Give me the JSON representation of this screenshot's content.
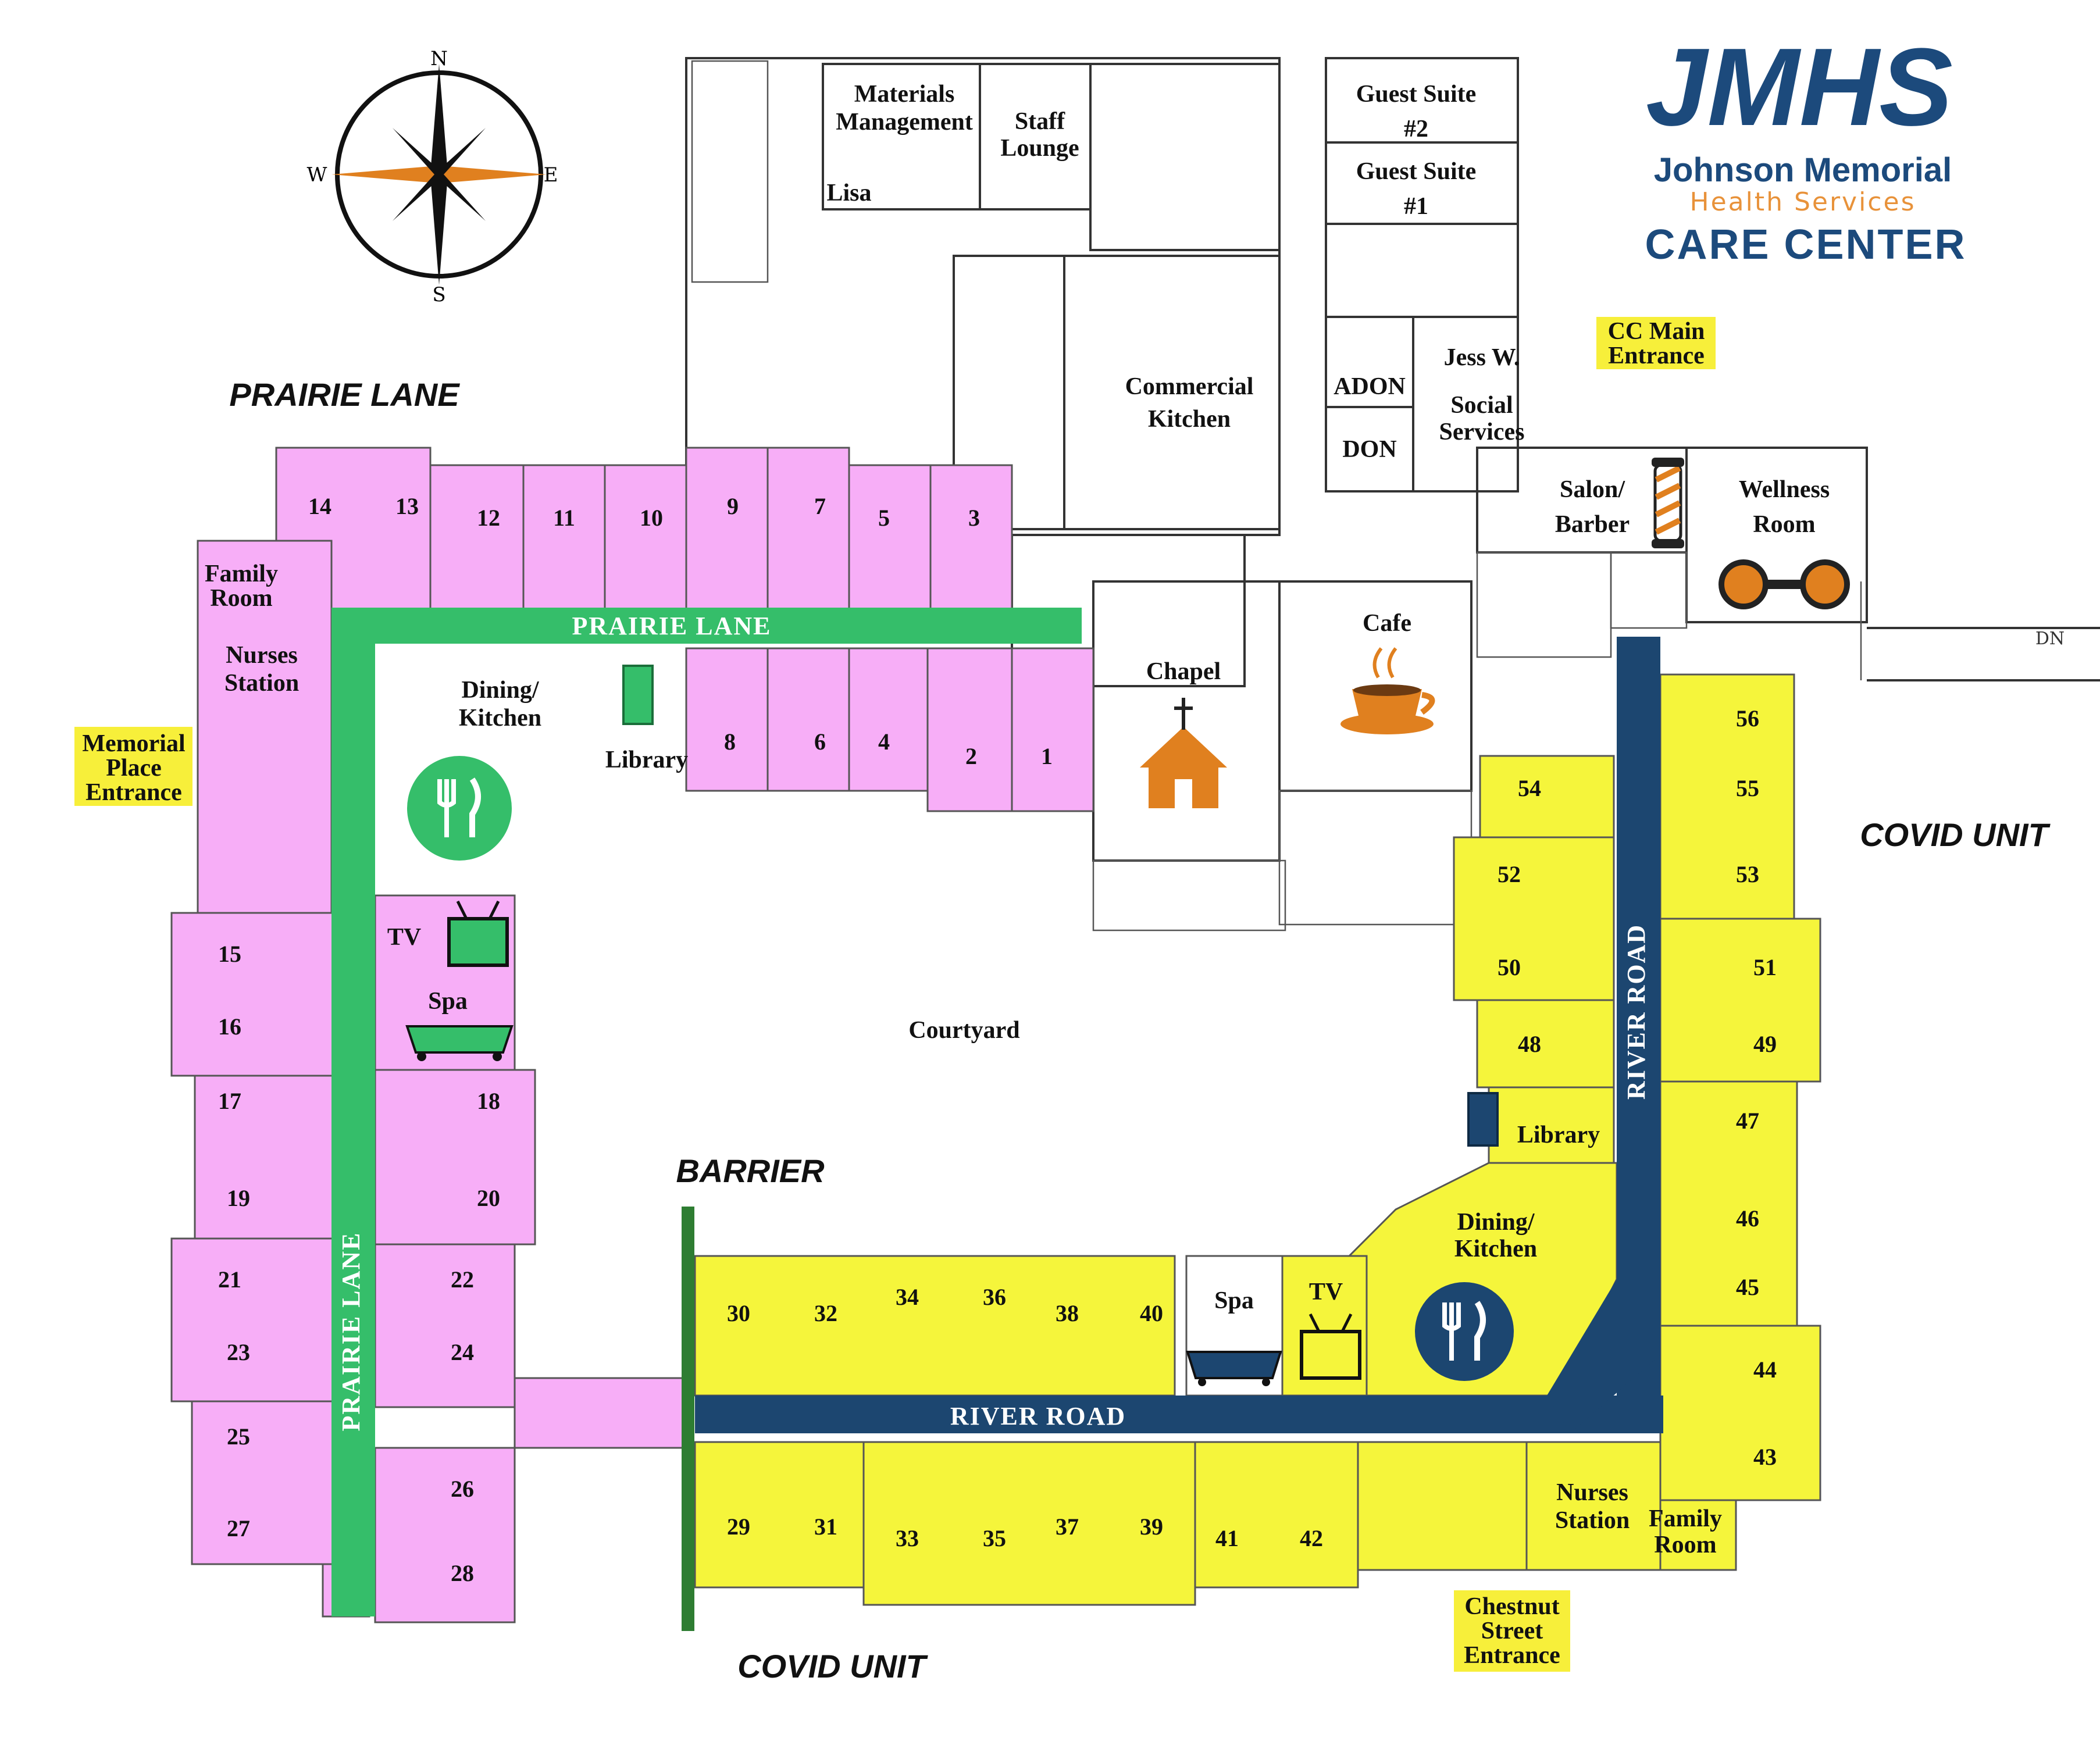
{
  "logo": {
    "mark": "JMHS",
    "line1": "Johnson Memorial",
    "line2": "Health Services",
    "line3": "CARE CENTER"
  },
  "compass": {
    "n": "N",
    "s": "S",
    "e": "E",
    "w": "W"
  },
  "regions": {
    "prairie_lane": "PRAIRIE LANE",
    "covid_unit_east": "COVID UNIT",
    "covid_unit_south": "COVID UNIT",
    "barrier": "BARRIER"
  },
  "streets": {
    "prairie_top": "PRAIRIE LANE",
    "prairie_left": "PRAIRIE LANE",
    "river_bottom": "RIVER ROAD",
    "river_right": "RIVER ROAD"
  },
  "entrances": {
    "memorial": [
      "Memorial",
      "Place",
      "Entrance"
    ],
    "cc_main": [
      "CC Main",
      "Entrance"
    ],
    "chestnut": [
      "Chestnut",
      "Street",
      "Entrance"
    ]
  },
  "areas": {
    "materials": [
      "Materials",
      "Management"
    ],
    "staff_lounge": [
      "Staff",
      "Lounge"
    ],
    "lisa": "Lisa",
    "guest_suite_2": [
      "Guest Suite",
      "#2"
    ],
    "guest_suite_1": [
      "Guest Suite",
      "#1"
    ],
    "commercial_kitchen": [
      "Commercial",
      "Kitchen"
    ],
    "adon": "ADON",
    "don": "DON",
    "jess": "Jess W.",
    "social": [
      "Social",
      "Services"
    ],
    "salon": [
      "Salon/",
      "Barber"
    ],
    "wellness": [
      "Wellness",
      "Room"
    ],
    "chapel": "Chapel",
    "cafe": "Cafe",
    "family_room_w": [
      "Family",
      "Room"
    ],
    "nurses_w": [
      "Nurses",
      "Station"
    ],
    "dining_w": [
      "Dining/",
      "Kitchen"
    ],
    "library_w": "Library",
    "tv_w": "TV",
    "spa_w": "Spa",
    "courtyard": "Courtyard",
    "library_e": "Library",
    "dining_e": [
      "Dining/",
      "Kitchen"
    ],
    "spa_e": "Spa",
    "tv_e": "TV",
    "nurses_e": [
      "Nurses",
      "Station"
    ],
    "family_room_e": [
      "Family",
      "Room"
    ],
    "stairs_dn": "DN"
  },
  "pink_rooms": [
    "14",
    "13",
    "12",
    "11",
    "10",
    "9",
    "7",
    "5",
    "3",
    "8",
    "6",
    "4",
    "2",
    "1",
    "15",
    "16",
    "17",
    "18",
    "19",
    "20",
    "21",
    "22",
    "23",
    "24",
    "25",
    "26",
    "27",
    "28"
  ],
  "yellow_rooms": [
    "56",
    "55",
    "54",
    "53",
    "52",
    "51",
    "50",
    "49",
    "48",
    "47",
    "46",
    "45",
    "44",
    "43",
    "30",
    "32",
    "34",
    "36",
    "38",
    "40",
    "29",
    "31",
    "33",
    "35",
    "37",
    "39",
    "41",
    "42"
  ],
  "colors": {
    "pink": "#f7aef7",
    "yellow": "#f5f53b",
    "green_road": "#35be6a",
    "navy_road": "#1c4670",
    "barrier": "#2e7d32",
    "entrance_hl": "#f7ef3a",
    "orange": "#e0801f"
  },
  "icons": [
    "compass-icon",
    "chapel-icon",
    "coffee-cup-icon",
    "barber-pole-icon",
    "dumbbell-icon",
    "book-icon",
    "plate-cutlery-icon",
    "tv-icon",
    "bathtub-icon"
  ]
}
